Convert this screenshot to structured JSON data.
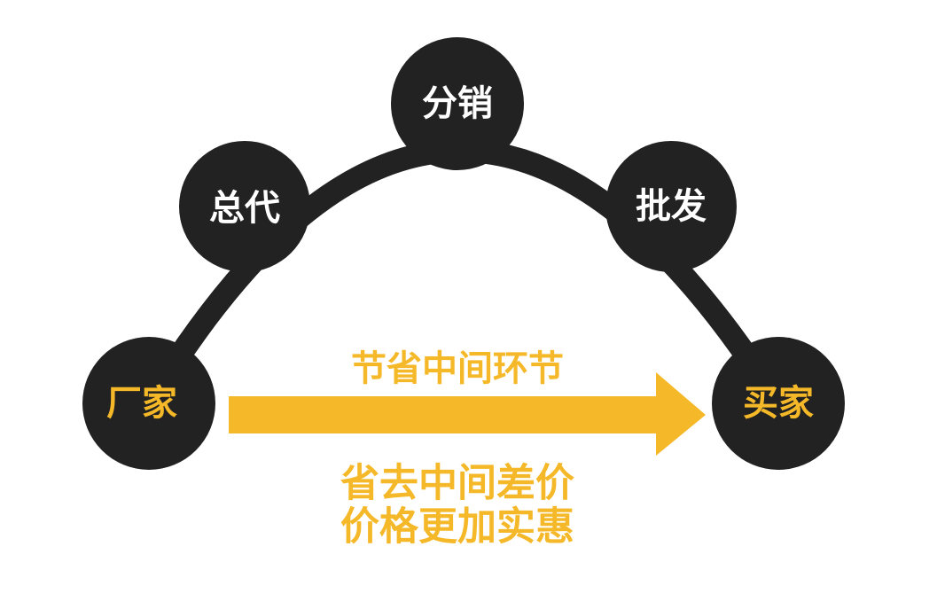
{
  "colors": {
    "node_fill": "#222222",
    "arc_stroke": "#222222",
    "accent": "#f5b828",
    "white_text": "#ffffff"
  },
  "nodes": {
    "manufacturer": "厂家",
    "general_agent": "总代",
    "distribution": "分销",
    "wholesale": "批发",
    "buyer": "买家"
  },
  "arrow": {
    "label": "节省中间环节"
  },
  "bottom_text": {
    "line1": "省去中间差价",
    "line2": "价格更加实惠"
  }
}
